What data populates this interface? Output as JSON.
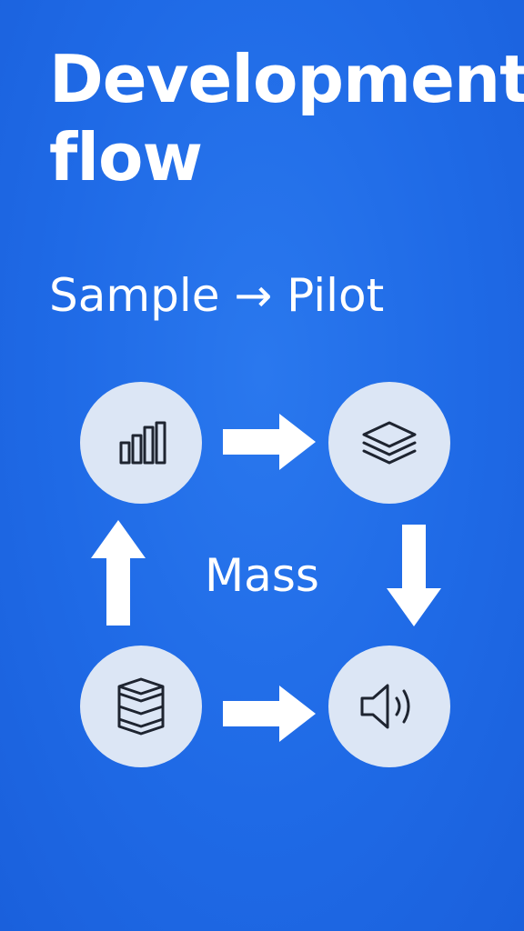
{
  "page": {
    "title_lines": [
      "Development",
      "flow"
    ],
    "subtitle": "Sample → Pilot",
    "center_label": "Mass"
  },
  "nodes": [
    {
      "position": "top-left",
      "icon": "bar-chart-icon"
    },
    {
      "position": "top-right",
      "icon": "layers-icon"
    },
    {
      "position": "bottom-right",
      "icon": "speaker-icon"
    },
    {
      "position": "bottom-left",
      "icon": "stack-icon"
    }
  ],
  "arrows": [
    {
      "from": "top-left",
      "to": "top-right",
      "direction": "right"
    },
    {
      "from": "top-right",
      "to": "bottom-right",
      "direction": "down"
    },
    {
      "from": "bottom-left",
      "to": "bottom-right",
      "direction": "right"
    },
    {
      "from": "bottom-left",
      "to": "top-left",
      "direction": "up"
    }
  ],
  "colors": {
    "background": "#1f6ae6",
    "node_fill": "#dce6f5",
    "icon_stroke": "#1e2430",
    "text": "#ffffff",
    "arrow": "#ffffff"
  }
}
